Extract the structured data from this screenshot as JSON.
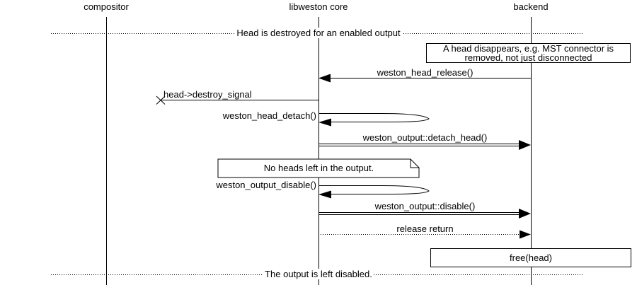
{
  "participants": [
    {
      "label": "compositor"
    },
    {
      "label": "libweston core"
    },
    {
      "label": "backend"
    }
  ],
  "dividers": [
    {
      "label": "Head is destroyed for an enabled output"
    },
    {
      "label": "The output is left disabled."
    }
  ],
  "boxes": {
    "head_disappears": {
      "line1": "A head disappears, e.g. MST connector is",
      "line2": "removed, not just disconnected"
    },
    "no_heads_note": {
      "label": "No heads left in the output."
    },
    "free_head": {
      "label": "free(head)"
    }
  },
  "messages": {
    "head_release": {
      "label": "weston_head_release()"
    },
    "destroy_signal": {
      "label": "head->destroy_signal"
    },
    "head_detach": {
      "label": "weston_head_detach()"
    },
    "detach_head": {
      "label": "weston_output::detach_head()"
    },
    "output_disable_api": {
      "label": "weston_output_disable()"
    },
    "output_disable": {
      "label": "weston_output::disable()"
    },
    "release_return": {
      "label": "release return"
    }
  },
  "colors": {
    "background": "#ffffff",
    "stroke": "#000000"
  }
}
